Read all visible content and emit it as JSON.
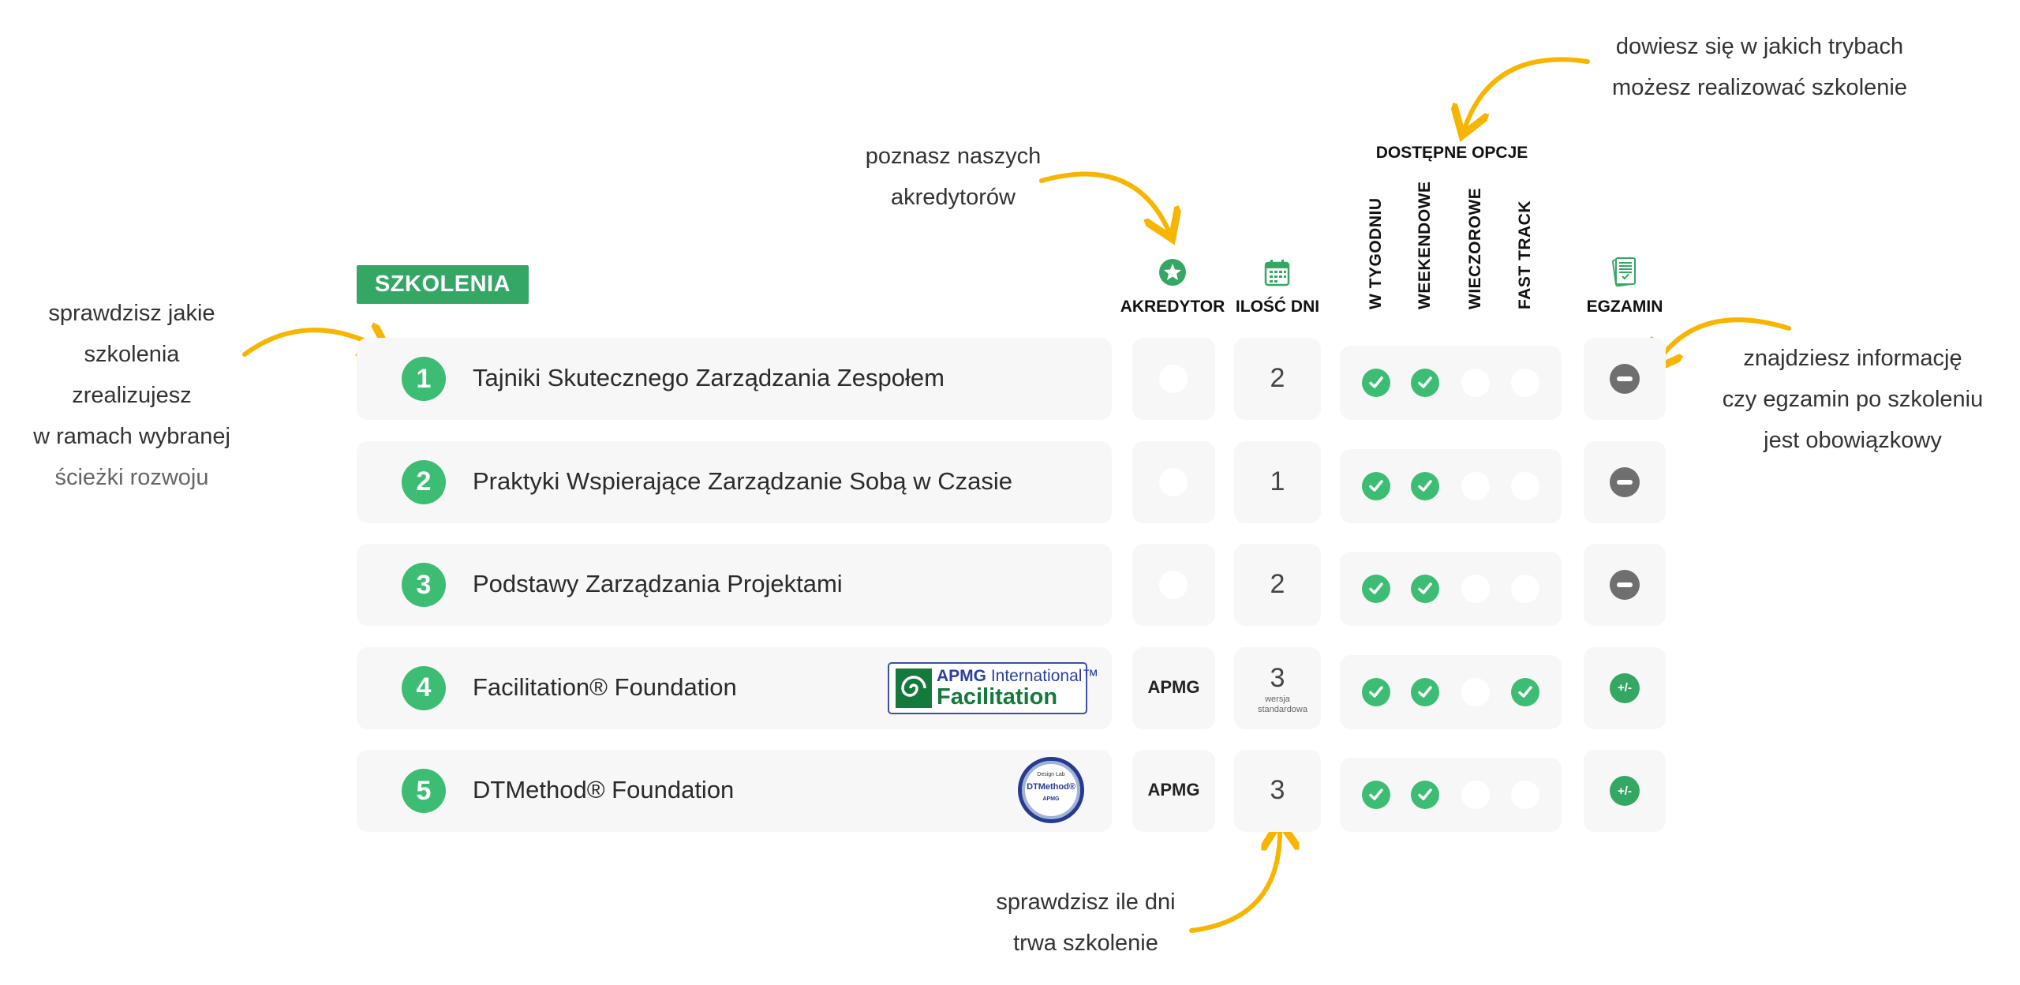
{
  "section_label": "SZKOLENIA",
  "headers": {
    "accreditor": "AKREDYTOR",
    "days": "ILOŚĆ DNI",
    "options_group": "DOSTĘPNE OPCJE",
    "options": [
      "W TYGODNIU",
      "WEEKENDOWE",
      "WIECZOROWE",
      "FAST TRACK"
    ],
    "exam": "EGZAMIN"
  },
  "rows": [
    {
      "num": "1",
      "title": "Tajniki Skutecznego Zarządzania Zespołem",
      "accreditor": "",
      "days": "2",
      "days_note": "",
      "options": [
        true,
        true,
        false,
        false
      ],
      "exam": "minus",
      "logo": ""
    },
    {
      "num": "2",
      "title": "Praktyki Wspierające Zarządzanie Sobą w Czasie",
      "accreditor": "",
      "days": "1",
      "days_note": "",
      "options": [
        true,
        true,
        false,
        false
      ],
      "exam": "minus",
      "logo": ""
    },
    {
      "num": "3",
      "title": "Podstawy Zarządzania Projektami",
      "accreditor": "",
      "days": "2",
      "days_note": "",
      "options": [
        true,
        true,
        false,
        false
      ],
      "exam": "minus",
      "logo": ""
    },
    {
      "num": "4",
      "title": "Facilitation® Foundation",
      "accreditor": "APMG",
      "days": "3",
      "days_note": "wersja standardowa",
      "options": [
        true,
        true,
        false,
        true
      ],
      "exam": "+/-",
      "logo": "facilitation"
    },
    {
      "num": "5",
      "title": "DTMethod® Foundation",
      "accreditor": "APMG",
      "days": "3",
      "days_note": "",
      "options": [
        true,
        true,
        false,
        false
      ],
      "exam": "+/-",
      "logo": "dtmethod"
    }
  ],
  "logos": {
    "facilitation": {
      "line1_bold": "APMG",
      "line1": "International™",
      "line2": "Facilitation"
    },
    "dtmethod": {
      "top": "Design Lab",
      "middle": "DTMethod®",
      "bottom": "APMG"
    }
  },
  "annotations": {
    "left": [
      "sprawdzisz jakie",
      "szkolenia",
      "zrealizujesz",
      "w ramach wybranej",
      "ścieżki rozwoju"
    ],
    "accreditor": [
      "poznasz naszych",
      "akredytorów"
    ],
    "options": [
      "dowiesz się w jakich trybach",
      "możesz realizować szkolenie"
    ],
    "exam": [
      "znajdziesz informację",
      "czy egzamin po szkoleniu",
      "jest obowiązkowy"
    ],
    "days": [
      "sprawdzisz ile dni",
      "trwa szkolenie"
    ]
  },
  "colors": {
    "green": "#3dbd74",
    "dark_green": "#35a765",
    "arrow": "#f7b500",
    "grey_icon": "#6f6f6f",
    "box": "#f7f7f7"
  }
}
